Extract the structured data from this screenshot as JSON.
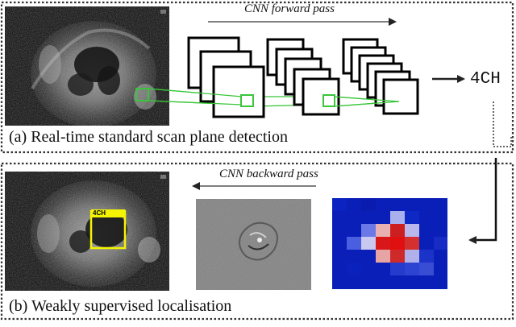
{
  "panel_a": {
    "caption": "(a) Real-time standard scan plane detection",
    "pass_label": "CNN forward pass",
    "output_label": "4CH"
  },
  "panel_b": {
    "caption": "(b) Weakly supervised localisation",
    "pass_label": "CNN backward pass",
    "box_tag": "4CH"
  },
  "colors": {
    "border": "#333333",
    "receptive_field": "#39c639",
    "bbox": "#f4f400",
    "heatmap_bg": "#0a1fb8",
    "heatmap_hot": "#e01010"
  }
}
